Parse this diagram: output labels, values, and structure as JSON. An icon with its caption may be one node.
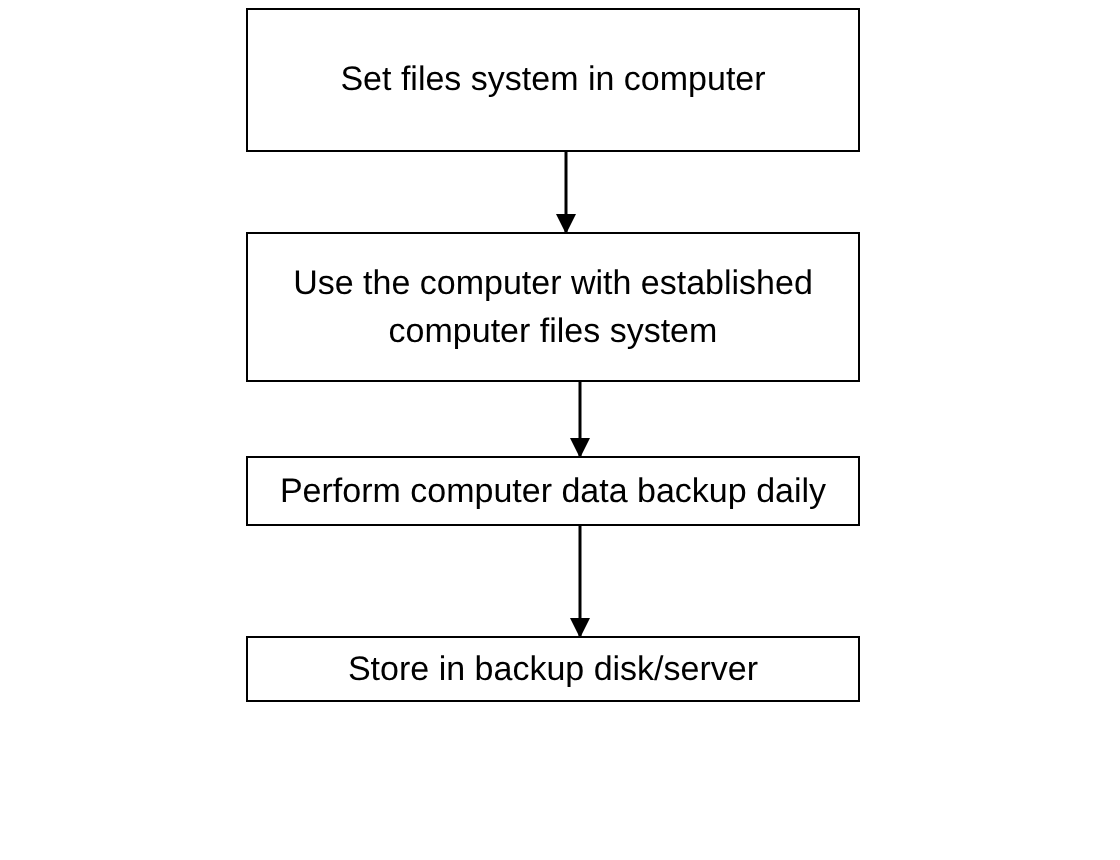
{
  "diagram": {
    "nodes": [
      {
        "text": [
          "Set files system in computer"
        ]
      },
      {
        "text": [
          "Use the computer with established computer files system"
        ]
      },
      {
        "text": [
          "Perform computer data backup daily"
        ]
      },
      {
        "text": [
          "Store in backup disk/server"
        ]
      }
    ],
    "edges": [
      {
        "from": 0,
        "to": 1,
        "arrow": "to"
      },
      {
        "from": 1,
        "to": 2,
        "arrow": "to"
      },
      {
        "from": 2,
        "to": 3,
        "arrow": "to"
      }
    ]
  }
}
